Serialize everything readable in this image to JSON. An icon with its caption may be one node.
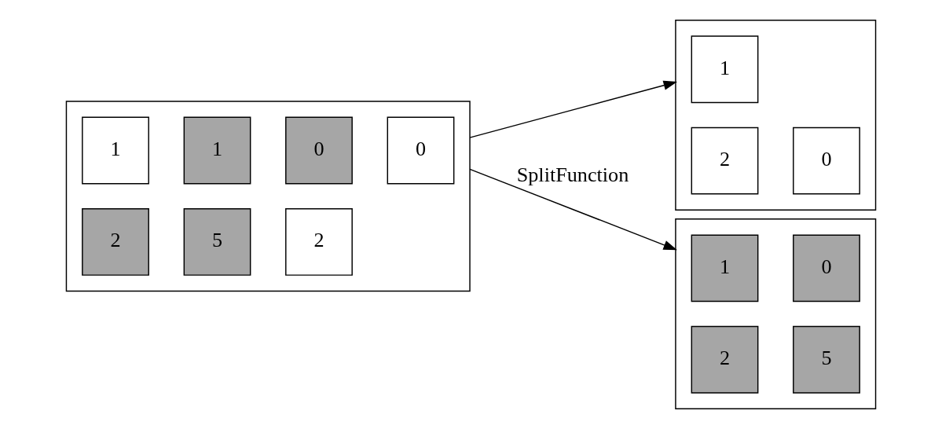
{
  "diagram": {
    "nodes": [
      {
        "text": [],
        "shape": "box"
      },
      {
        "text": [
          "1"
        ],
        "in": 0
      },
      {
        "text": [
          "1"
        ],
        "in": 0
      },
      {
        "text": [
          "0"
        ],
        "in": 0
      },
      {
        "text": [
          "0"
        ],
        "in": 0
      },
      {
        "text": [
          "2"
        ],
        "in": 0
      },
      {
        "text": [
          "5"
        ],
        "in": 0
      },
      {
        "text": [
          "2"
        ],
        "in": 0
      },
      {
        "text": [],
        "shape": "box"
      },
      {
        "text": [
          "1"
        ],
        "in": 8
      },
      {
        "text": [
          "2"
        ],
        "in": 8
      },
      {
        "text": [
          "0"
        ],
        "in": 8
      },
      {
        "text": [],
        "shape": "box"
      },
      {
        "text": [
          "1"
        ],
        "in": 12
      },
      {
        "text": [
          "0"
        ],
        "in": 12
      },
      {
        "text": [
          "2"
        ],
        "in": 12
      },
      {
        "text": [
          "5"
        ],
        "in": 12
      }
    ],
    "edges": [
      {
        "from": 0,
        "to": 8,
        "arrow": "to"
      },
      {
        "from": 0,
        "to": 12,
        "arrow": "to",
        "label": "SplitFunction"
      }
    ]
  }
}
